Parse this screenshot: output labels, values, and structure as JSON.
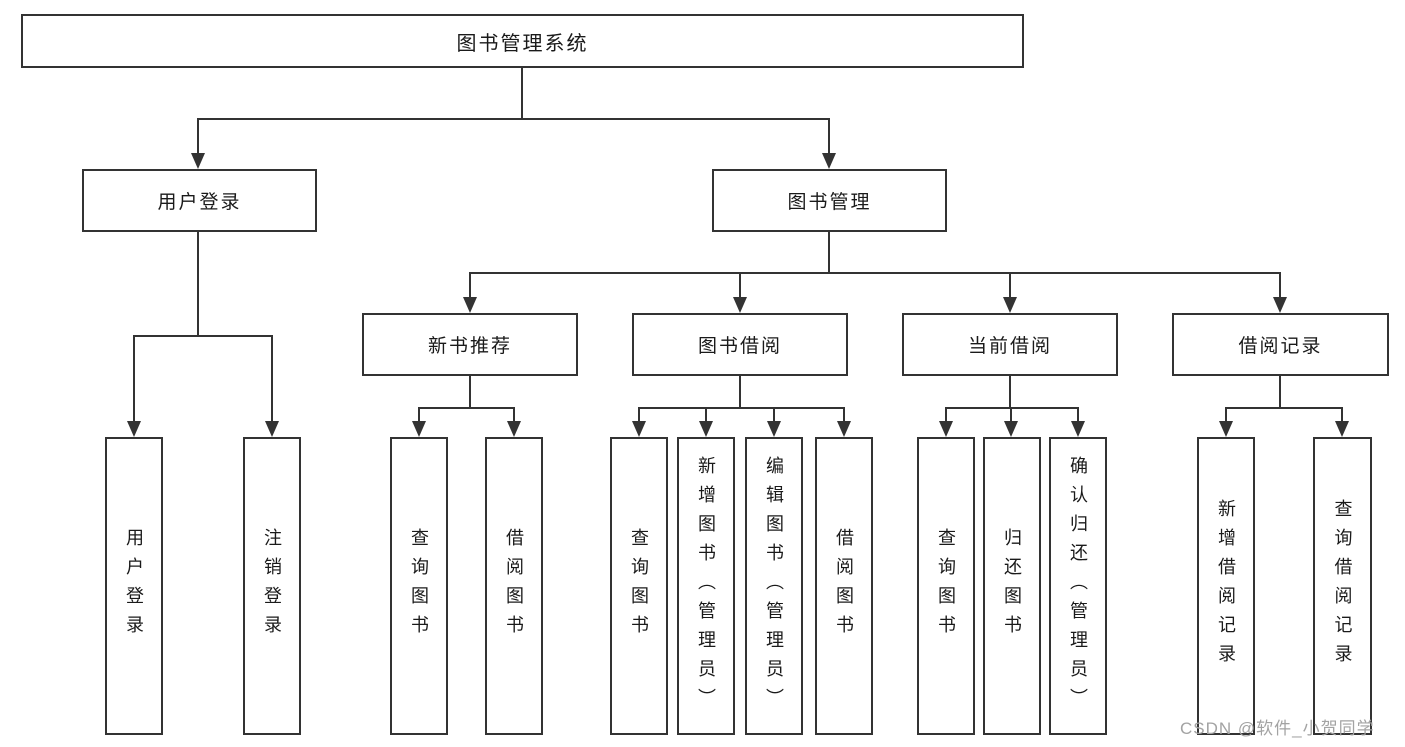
{
  "diagram": {
    "root": {
      "label": "图书管理系统"
    },
    "level2": {
      "user_login": {
        "label": "用户登录"
      },
      "book_mgmt": {
        "label": "图书管理"
      }
    },
    "level3": {
      "new_books": {
        "label": "新书推荐"
      },
      "book_borrow": {
        "label": "图书借阅"
      },
      "current_borrow": {
        "label": "当前借阅"
      },
      "borrow_records": {
        "label": "借阅记录"
      }
    },
    "leaves": {
      "login": {
        "label": "用户登录"
      },
      "logout": {
        "label": "注销登录"
      },
      "nb_query": {
        "label": "查询图书"
      },
      "nb_borrow": {
        "label": "借阅图书"
      },
      "bb_query": {
        "label": "查询图书"
      },
      "bb_add": {
        "label": "新增图书（管理员）"
      },
      "bb_edit": {
        "label": "编辑图书（管理员）"
      },
      "bb_borrow": {
        "label": "借阅图书"
      },
      "cb_query": {
        "label": "查询图书"
      },
      "cb_return": {
        "label": "归还图书"
      },
      "cb_confirm": {
        "label": "确认归还（管理员）"
      },
      "br_add": {
        "label": "新增借阅记录"
      },
      "br_query": {
        "label": "查询借阅记录"
      }
    }
  },
  "watermark": {
    "text": "CSDN @软件_小贺同学"
  },
  "colors": {
    "line": "#333333",
    "box_border": "#333333",
    "box_fill": "#ffffff",
    "text": "#1a1a1a",
    "watermark": "#a3a3a3"
  }
}
